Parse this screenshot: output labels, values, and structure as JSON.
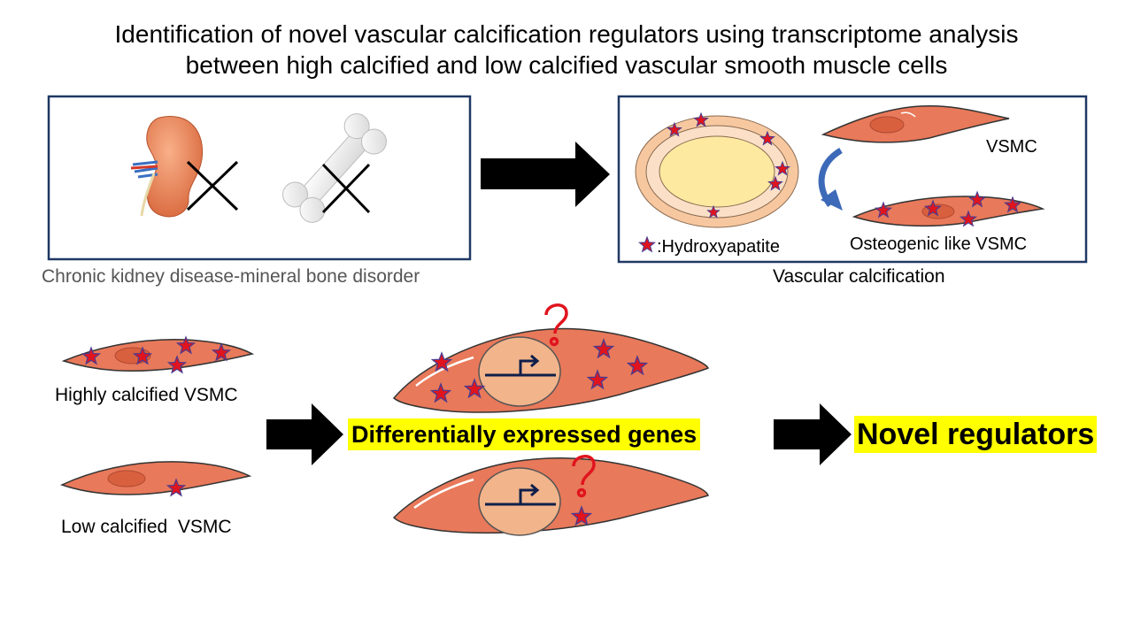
{
  "title": {
    "line1": "Identification of novel vascular calcification regulators using transcriptome analysis",
    "line2": "between high calcified and low calcified vascular smooth muscle cells"
  },
  "left_panel": {
    "caption": "Chronic kidney disease-mineral bone disorder"
  },
  "right_panel": {
    "caption": "Vascular calcification",
    "vsmc_label": "VSMC",
    "osteogenic_label": "Osteogenic like VSMC",
    "legend_symbol": "★",
    "legend_text": ":Hydroxyapatite"
  },
  "bottom": {
    "highly_label": "Highly calcified VSMC",
    "low_label": "Low calcified  VSMC",
    "deg_label": "Differentially expressed genes",
    "novel_label": "Novel regulators"
  },
  "colors": {
    "cell_fill": "#e8795a",
    "cell_stroke": "#333333",
    "nucleus": "#f2b48b",
    "star": "#e0141e",
    "star_outline": "#4b3a8f",
    "panel_border": "#1f3864",
    "lumen": "#fdeaa0",
    "wall": "#f7c8a0",
    "highlight": "#ffff00",
    "curved_arrow": "#3d6ab8"
  }
}
